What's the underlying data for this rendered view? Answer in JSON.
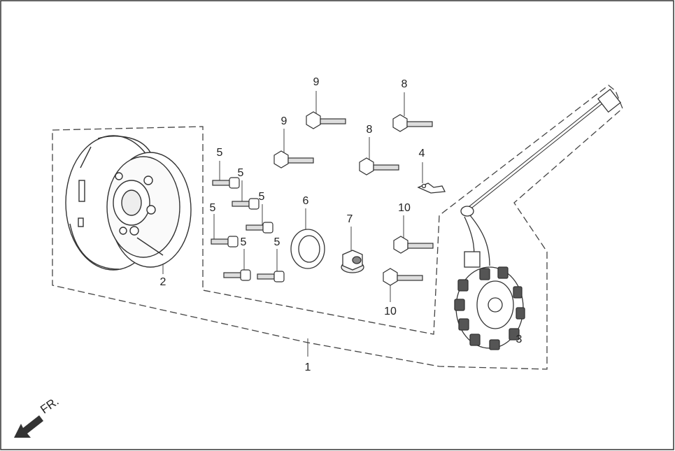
{
  "labels": {
    "part1": "1",
    "part2": "2",
    "part3": "3",
    "part4": "4",
    "part5a": "5",
    "part5b": "5",
    "part5c": "5",
    "part5d": "5",
    "part5e": "5",
    "part5f": "5",
    "part6": "6",
    "part7": "7",
    "part8a": "8",
    "part8b": "8",
    "part9a": "9",
    "part9b": "9",
    "part10a": "10",
    "part10b": "10"
  },
  "direction": {
    "text": "FR.",
    "icon": "front-arrow-icon"
  },
  "colors": {
    "line": "#333333",
    "background": "#ffffff"
  }
}
